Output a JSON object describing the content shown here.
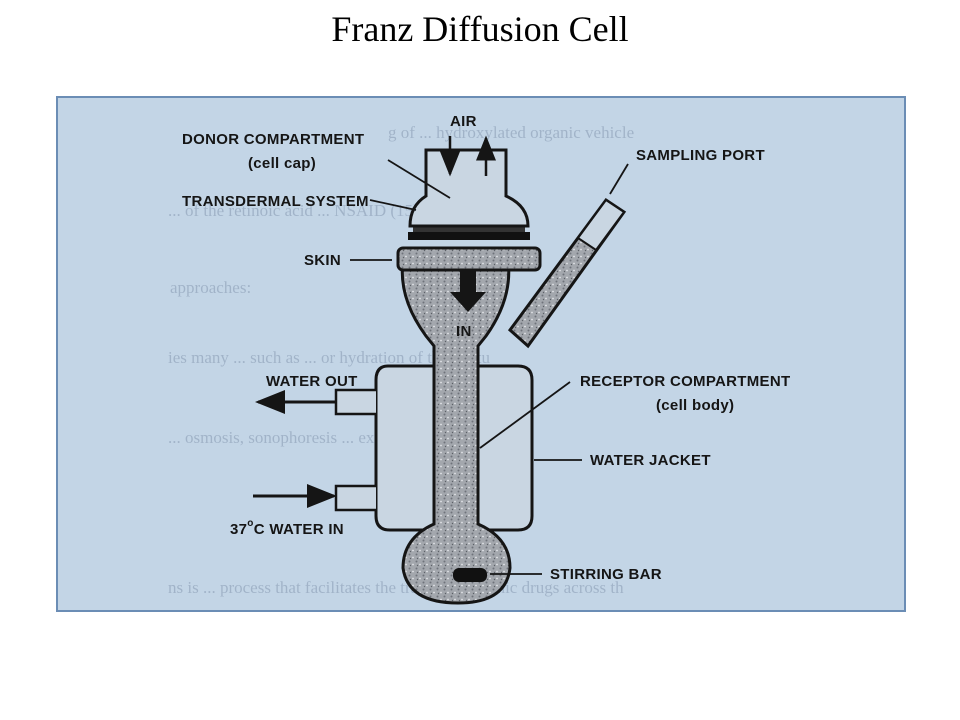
{
  "title": "Franz Diffusion Cell",
  "colors": {
    "figure_background": "#c3d5e6",
    "frame_border": "#6b8db5",
    "liquid_fill": "#9a9ea5",
    "outline": "#151515",
    "membrane": "#111111"
  },
  "labels": {
    "air": "AIR",
    "donor_compartment": "DONOR COMPARTMENT",
    "donor_compartment_sub": "(cell cap)",
    "transdermal_system": "TRANSDERMAL SYSTEM",
    "skin": "SKIN",
    "sampling_port": "SAMPLING PORT",
    "flow_in": "IN",
    "water_out": "WATER OUT",
    "receptor_compartment": "RECEPTOR COMPARTMENT",
    "receptor_compartment_sub": "(cell body)",
    "water_jacket": "WATER JACKET",
    "water_in_temp": "37",
    "water_in_deg": "o",
    "water_in_rest": "C WATER IN",
    "stirring_bar": "STIRRING BAR"
  },
  "background_text": [
    "g of ... hydroxylated organic vehicle",
    "... of the retinoic acid ... NSAID (15)",
    "approaches:",
    "ies many ... such as ... or hydration of the stratu",
    "... osmosis, sonophoresis ... exothermic heat so",
    "ns is ... process that facilitates the transport of ionic drugs across th"
  ]
}
